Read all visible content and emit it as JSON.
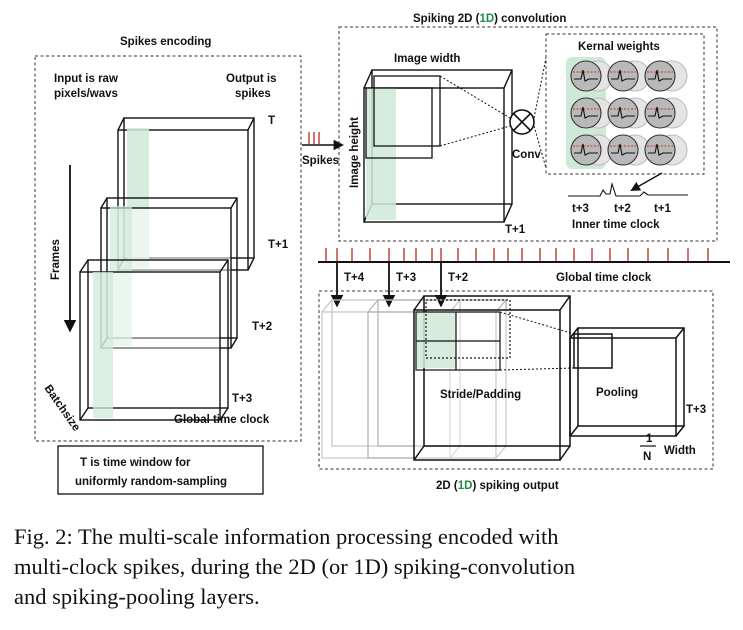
{
  "left_panel": {
    "title": "Spikes encoding",
    "input_label_1": "Input is raw",
    "input_label_2": "pixels/wavs",
    "output_label_1": "Output is",
    "output_label_2": "spikes",
    "frames_label": "Frames",
    "batchsize_label": "Batchsize",
    "time_labels": [
      "T",
      "T+1",
      "T+2",
      "T+3"
    ],
    "clock_label": "Global time clock",
    "note_line_1": "T is time window for",
    "note_line_2": "uniformly random-sampling"
  },
  "conv_panel": {
    "title_pre": "Spiking 2D (",
    "title_em": "1D",
    "title_post": ") convolution",
    "image_width": "Image width",
    "image_height": "Image height",
    "conv_label": "Conv",
    "time_label": "T+1",
    "kernel_title": "Kernal weights",
    "inner_ticks": [
      "t+3",
      "t+2",
      "t+1"
    ],
    "inner_clock": "Inner time clock"
  },
  "spikes_label": "Spikes",
  "global_clock": {
    "label": "Global time clock",
    "ticks": [
      "T+4",
      "T+3",
      "T+2"
    ]
  },
  "output_panel": {
    "title_pre": "2D (",
    "title_em": "1D",
    "title_post": ") spiking output",
    "stride_label": "Stride/Padding",
    "pooling_label": "Pooling",
    "time_label": "T+3",
    "frac_num": "1",
    "frac_den": "N",
    "width_label": "Width"
  },
  "colors": {
    "green": "#1f8a4c",
    "green_fill": "#cfe9d8",
    "spike_red": "#c0392b"
  },
  "caption": {
    "line1": "Fig. 2: The multi-scale information processing encoded with",
    "line2": "multi-clock spikes, during the 2D (or 1D) spiking-convolution",
    "line3": "and spiking-pooling layers."
  }
}
